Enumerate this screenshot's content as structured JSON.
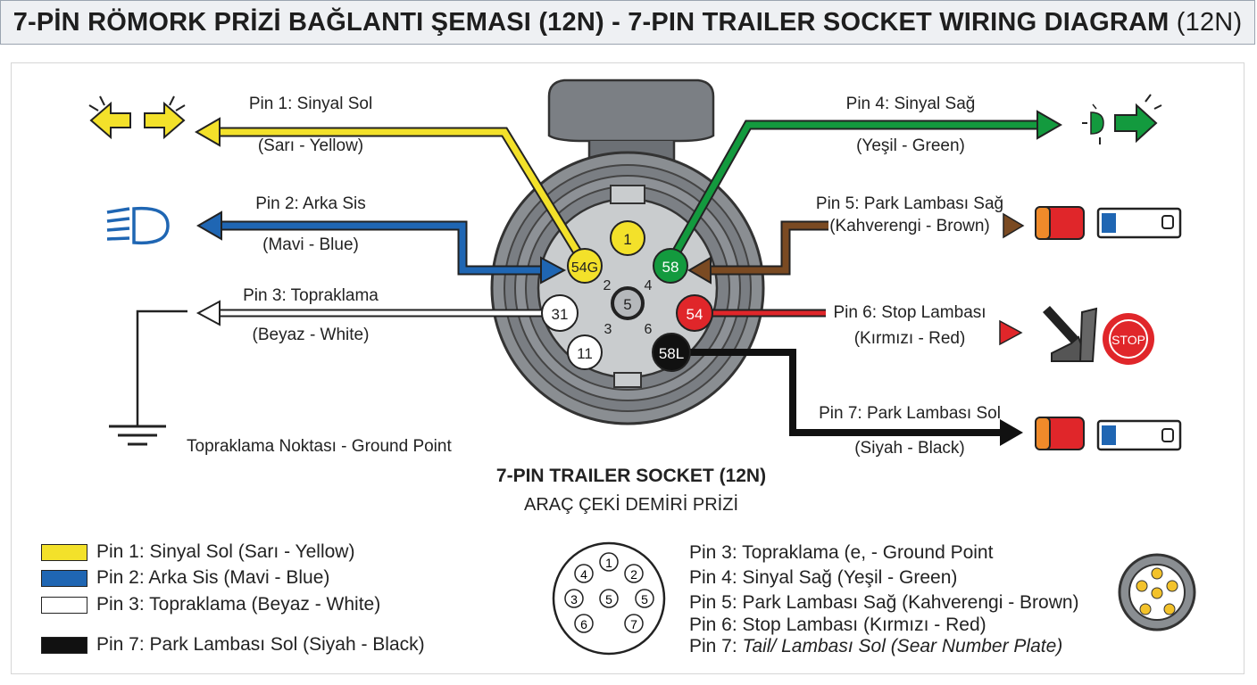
{
  "header": {
    "title_bold": "7-PİN RÖMORK PRİZİ BAĞLANTI ŞEMASI (12N) - 7-PIN TRAILER SOCKET WIRING DIAGRAM",
    "title_tail": "(12N)"
  },
  "wires": {
    "pin1": {
      "name": "Pin 1: Sinyal Sol",
      "color_text": "(Sarı - Yellow)",
      "color": "#f3e12a"
    },
    "pin2": {
      "name": "Pin 2: Arka Sis",
      "color_text": "(Mavi - Blue)",
      "color": "#1f66b3"
    },
    "pin3": {
      "name": "Pin 3: Topraklama",
      "color_text": "(Beyaz - White)",
      "color": "#ffffff"
    },
    "pin4": {
      "name": "Pin 4: Sinyal Sağ",
      "color_text": "(Yeşil - Green)",
      "color": "#139a3e"
    },
    "pin5": {
      "name": "Pin 5: Park Lambası Sağ",
      "color_text": "(Kahverengi - Brown)",
      "color": "#7a4a22"
    },
    "pin6": {
      "name": "Pin 6: Stop Lambası",
      "color_text": "(Kırmızı - Red)",
      "color": "#e0262a"
    },
    "pin7": {
      "name": "Pin 7: Park Lambası Sol",
      "color_text": "(Siyah - Black)",
      "color": "#1a1a1a"
    }
  },
  "socket": {
    "terminals": {
      "t1": "1",
      "t54g": "54G",
      "t58": "58",
      "t31": "31",
      "t5": "5",
      "t54": "54",
      "t11": "11",
      "t58l": "58L"
    },
    "small_numbers": {
      "n2": "2",
      "n4": "4",
      "n3": "3",
      "n6": "6"
    },
    "title": "7-PIN TRAILER SOCKET (12N)",
    "subtitle": "ARAÇ ÇEKİ DEMİRİ PRİZİ"
  },
  "ground": {
    "label": "Topraklama Noktası - Ground Point"
  },
  "stop_sign": {
    "text": "STOP"
  },
  "legend_left": [
    {
      "label": "Pin 1: Sinyal Sol (Sarı - Yellow)",
      "color": "#f3e12a"
    },
    {
      "label": "Pin 2: Arka Sis (Mavi - Blue)",
      "color": "#1f66b3"
    },
    {
      "label": "Pin 3: Topraklama (Beyaz - White)",
      "color": "#ffffff"
    },
    {
      "label": "Pin 7: Park Lambası Sol (Siyah - Black)",
      "color": "#111111"
    }
  ],
  "legend_right": {
    "l3": "Pin 3: Topraklama (e, - Ground Point",
    "l4": "Pin 4: Sinyal Sağ (Yeşil - Green)",
    "l5": "Pin 5: Park Lambası Sağ (Kahverengi - Brown)",
    "l6": "Pin 6: Stop Lambası (Kırmızı - Red)",
    "l7_prefix": "Pin 7: ",
    "l7_italic": "Tail/ Lambası Sol (Sear Number Plate)"
  },
  "pin_diagram": {
    "p1": "1",
    "p2": "2",
    "p3": "3",
    "p4": "4",
    "p5": "5",
    "p6": "6",
    "p7": "7"
  }
}
